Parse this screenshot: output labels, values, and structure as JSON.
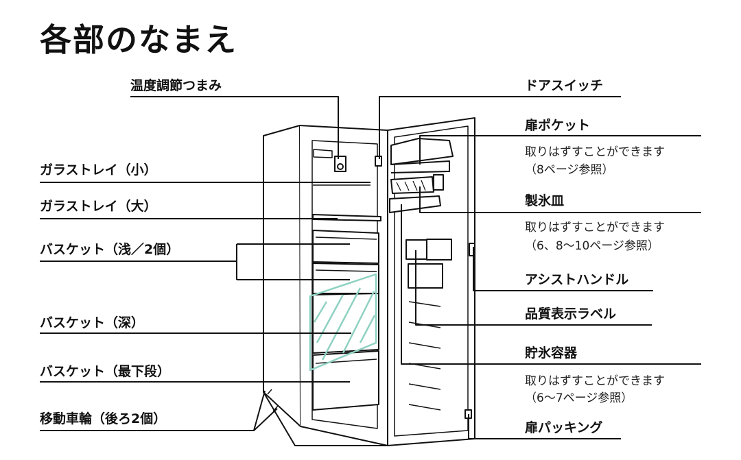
{
  "title": "各部のなまえ",
  "left_labels": {
    "temp_knob": "温度調節つまみ",
    "glass_tray_small": "ガラストレイ（小）",
    "glass_tray_large": "ガラストレイ（大）",
    "basket_shallow": "バスケット（浅／2個）",
    "basket_deep": "バスケット（深）",
    "basket_bottom": "バスケット（最下段）",
    "casters": "移動車輪（後ろ2個）"
  },
  "right_labels": {
    "door_switch": "ドアスイッチ",
    "door_pocket": "扉ポケット",
    "door_pocket_note1": "取りはずすことができます",
    "door_pocket_note2": "（8ページ参照）",
    "ice_tray": "製氷皿",
    "ice_tray_note1": "取りはずすことができます",
    "ice_tray_note2": "（6、8～10ページ参照）",
    "assist_handle": "アシストハンドル",
    "quality_label": "品質表示ラベル",
    "ice_container": "貯氷容器",
    "ice_container_note1": "取りはずすことができます",
    "ice_container_note2": "（6～7ページ参照）",
    "door_gasket": "扉パッキング"
  },
  "colors": {
    "line": "#111111",
    "hatch": "#9fd8cc"
  }
}
